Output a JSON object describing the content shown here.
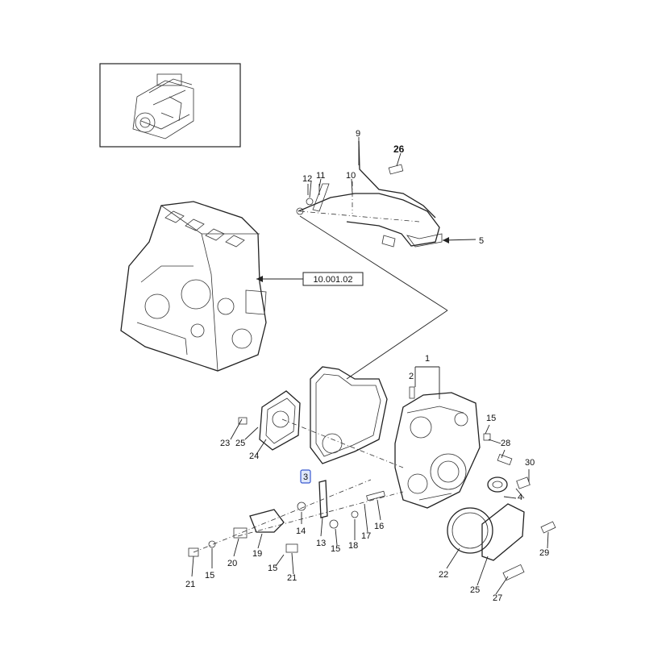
{
  "diagram": {
    "labels": {
      "l1": "1",
      "l2": "2",
      "l3": "3",
      "l4": "4",
      "l5": "5",
      "l9": "9",
      "l10": "10",
      "l11": "11",
      "l12": "12",
      "l13": "13",
      "l14": "14",
      "l15a": "15",
      "l15b": "15",
      "l15c": "15",
      "l15d": "15",
      "l16": "16",
      "l17": "17",
      "l18": "18",
      "l19": "19",
      "l20": "20",
      "l21a": "21",
      "l21b": "21",
      "l22": "22",
      "l23": "23",
      "l24": "24",
      "l25a": "25",
      "l25b": "25",
      "l26": "26",
      "l27": "27",
      "l28": "28",
      "l29": "29",
      "l30": "30"
    },
    "reference": "10.001.02",
    "selected_part": "3"
  },
  "colors": {
    "line": "#222222",
    "highlight_border": "#3a5bd0",
    "highlight_fill": "#dfe8fb"
  }
}
